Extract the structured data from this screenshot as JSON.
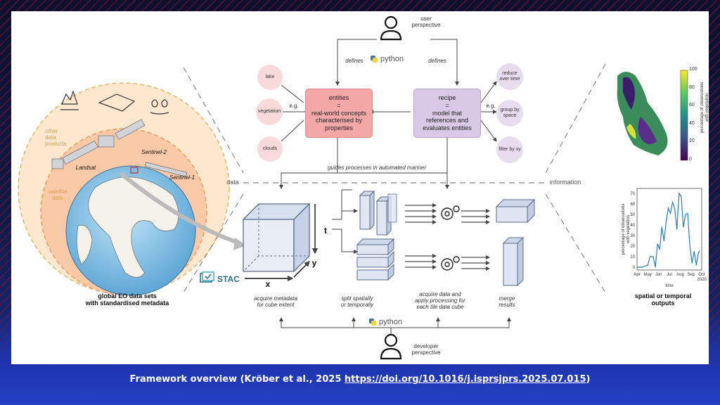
{
  "caption": {
    "prefix": "Framework overview (Kröber et al., 2025 ",
    "link": "https://doi.org/10.1016/j.isprsjprs.2025.07.015",
    "suffix": ")"
  },
  "diagram": {
    "user_perspective": "user\nperspective",
    "developer_perspective": "developer\nperspective",
    "python": "python",
    "defines_left": "defines",
    "defines_right": "defines",
    "entities_box": "entities\n=\nreal-world concepts\ncharacterised by\nproperties",
    "recipe_box": "recipe\n=\nmodel that\nreferences and\nevaluates entities",
    "eg_left": "e.g.",
    "eg_right": "e.g.",
    "entity_examples": [
      "lake",
      "vegetation",
      "clouds"
    ],
    "recipe_examples": [
      "reduce\nover time",
      "group by\nspace",
      "filter by xy"
    ],
    "guides": "guides processes in automated manner",
    "data_label": "data",
    "information_label": "information",
    "globe": {
      "other_data_products": "other\ndata\nproducts",
      "satellite_data": "satellite\ndata",
      "landsat": "Landsat",
      "sentinel2": "Sentinel-2",
      "sentinel1": "Sentinel-1",
      "caption": "global EO data sets\nwith standardised metadata"
    },
    "stac": "STAC",
    "cube_axes": {
      "t": "t",
      "x": "x",
      "y": "y"
    },
    "steps": [
      "acquire metadata\nfor cube extent",
      "split spatially\nor temporally",
      "acquire data and\napply processing for\neach tile data cube",
      "merge\nresults"
    ],
    "outputs_caption": "spatial or temporal\noutputs",
    "colorbar": {
      "label": "percentage of observations\nwith vegetation",
      "ticks": [
        "0",
        "20",
        "40",
        "60",
        "80",
        "100"
      ]
    }
  },
  "chart_data": {
    "type": "line",
    "ylabel": "percentage of observations\nwith vegetation",
    "xlabel": "time",
    "x_ticks": [
      "Apr",
      "May",
      "Jun",
      "Jul",
      "Aug",
      "Sep",
      "Oct\n2020"
    ],
    "y_ticks": [
      0,
      10,
      20,
      30,
      40,
      50,
      60,
      70
    ],
    "ylim": [
      0,
      72
    ],
    "color": "#2b7bb9",
    "series": [
      {
        "x": [
          0,
          0.5,
          1.0,
          1.2,
          1.5,
          1.7,
          1.9,
          2.1,
          2.3,
          2.5,
          2.7,
          2.9,
          3.1,
          3.3,
          3.5,
          3.7,
          3.9,
          4.1,
          4.3,
          4.5,
          4.7,
          4.9,
          5.1,
          5.3,
          5.5,
          5.7,
          5.8
        ],
        "values": [
          0,
          0,
          2,
          10,
          10,
          0,
          22,
          17,
          38,
          25,
          43,
          56,
          51,
          62,
          55,
          36,
          70,
          67,
          38,
          50,
          51,
          20,
          4,
          15,
          2,
          14,
          15
        ]
      }
    ]
  }
}
